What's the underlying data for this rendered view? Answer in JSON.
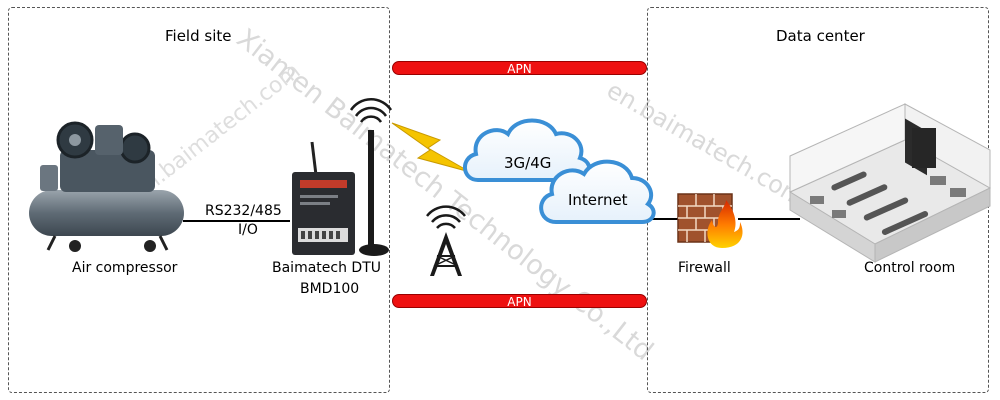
{
  "zones": {
    "field_site": "Field site",
    "data_center": "Data center"
  },
  "links": {
    "apn_top": "APN",
    "apn_bottom": "APN",
    "serial_line1": "RS232/485",
    "serial_line2": "I/O"
  },
  "nodes": {
    "air_compressor": "Air compressor",
    "dtu_line1": "Baimatech DTU",
    "dtu_line2": "BMD100",
    "cloud_3g": "3G/4G",
    "cloud_internet": "Internet",
    "firewall": "Firewall",
    "control_room": "Control room"
  },
  "watermarks": {
    "company": "Xiamen Baimatech Technology Co.,Ltd",
    "site_right": "en.baimatech.com",
    "site_left": "en.baimatech.com"
  },
  "colors": {
    "apn": "#ee1111",
    "cloud_outline": "#3a8fd6",
    "lightning": "#f5c400",
    "firewall_brick": "#a0522d",
    "flame": "#ff6a00"
  }
}
